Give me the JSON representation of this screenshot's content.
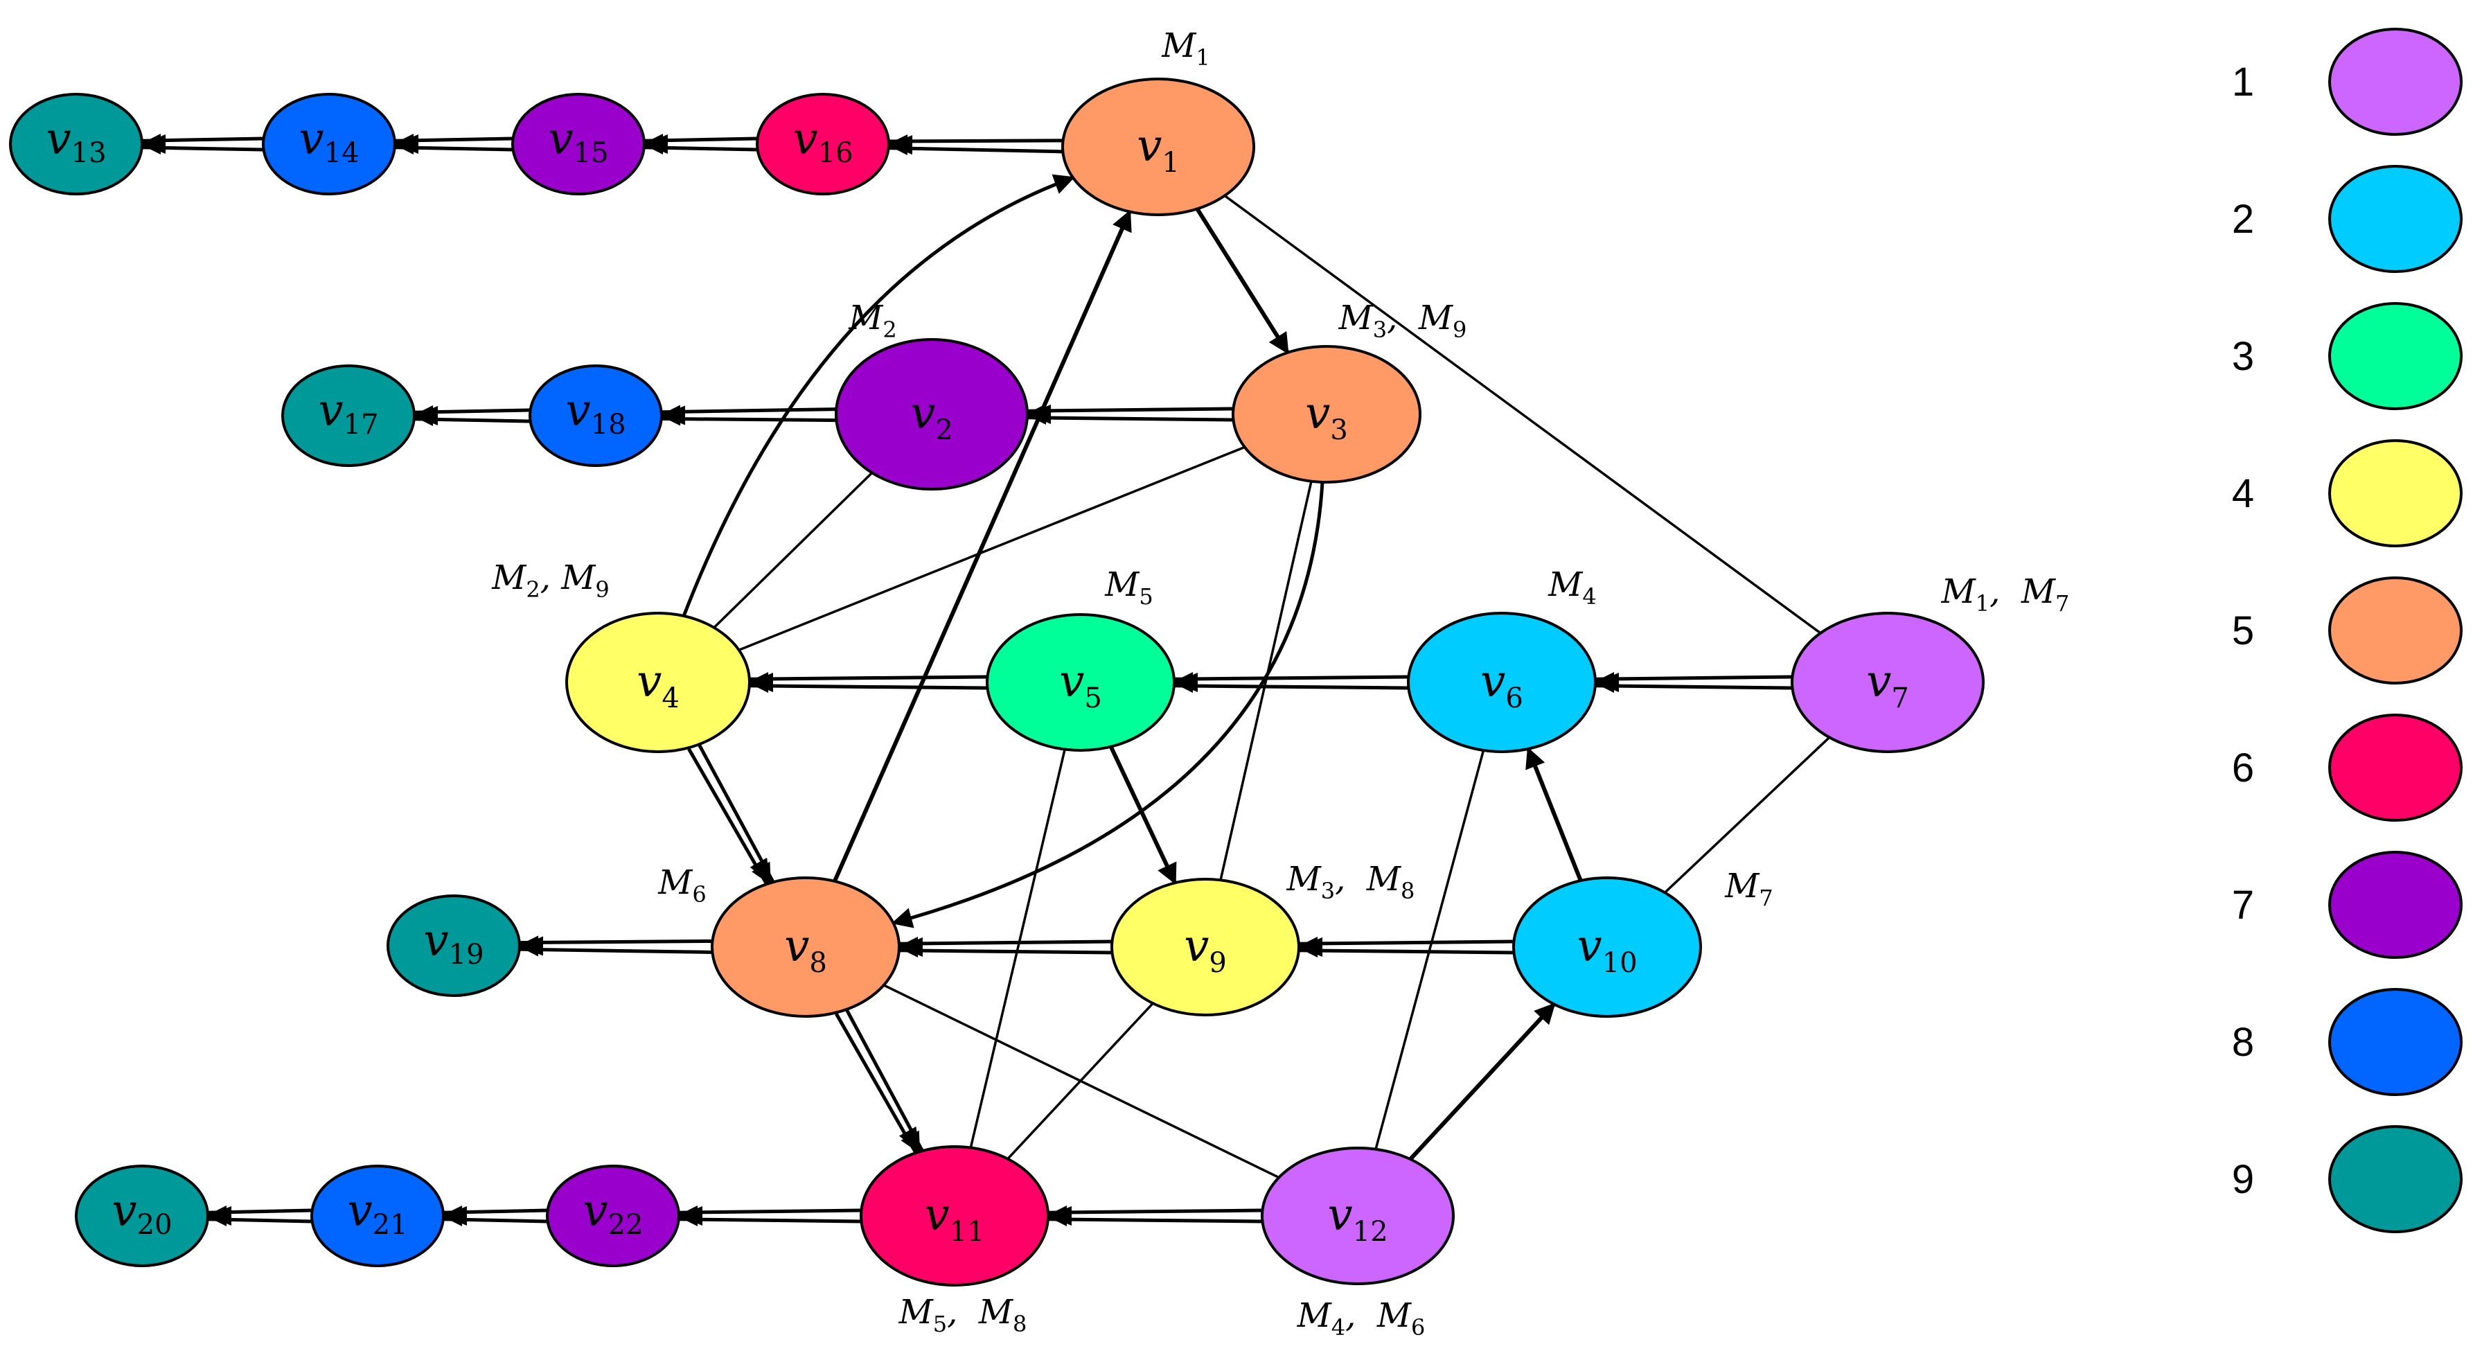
{
  "palette": {
    "1": "#cc66ff",
    "2": "#00ccff",
    "3": "#00ff99",
    "4": "#ffff66",
    "5": "#ff9966",
    "6": "#ff0066",
    "7": "#9900cc",
    "8": "#0066ff",
    "9": "#009999"
  },
  "legend": [
    {
      "label": "1",
      "color": "#cc66ff"
    },
    {
      "label": "2",
      "color": "#00ccff"
    },
    {
      "label": "3",
      "color": "#00ff99"
    },
    {
      "label": "4",
      "color": "#ffff66"
    },
    {
      "label": "5",
      "color": "#ff9966"
    },
    {
      "label": "6",
      "color": "#ff0066"
    },
    {
      "label": "7",
      "color": "#9900cc"
    },
    {
      "label": "8",
      "color": "#0066ff"
    },
    {
      "label": "9",
      "color": "#009999"
    }
  ],
  "nodes": [
    {
      "id": "v1",
      "base": "v",
      "sub": "1",
      "group": 5
    },
    {
      "id": "v2",
      "base": "v",
      "sub": "2",
      "group": 7
    },
    {
      "id": "v3",
      "base": "v",
      "sub": "3",
      "group": 5
    },
    {
      "id": "v4",
      "base": "v",
      "sub": "4",
      "group": 4
    },
    {
      "id": "v5",
      "base": "v",
      "sub": "5",
      "group": 3
    },
    {
      "id": "v6",
      "base": "v",
      "sub": "6",
      "group": 2
    },
    {
      "id": "v7",
      "base": "v",
      "sub": "7",
      "group": 1
    },
    {
      "id": "v8",
      "base": "v",
      "sub": "8",
      "group": 5
    },
    {
      "id": "v9",
      "base": "v",
      "sub": "9",
      "group": 4
    },
    {
      "id": "v10",
      "base": "v",
      "sub": "10",
      "group": 2
    },
    {
      "id": "v11",
      "base": "v",
      "sub": "11",
      "group": 6
    },
    {
      "id": "v12",
      "base": "v",
      "sub": "12",
      "group": 1
    },
    {
      "id": "v13",
      "base": "v",
      "sub": "13",
      "group": 9
    },
    {
      "id": "v14",
      "base": "v",
      "sub": "14",
      "group": 8
    },
    {
      "id": "v15",
      "base": "v",
      "sub": "15",
      "group": 7
    },
    {
      "id": "v16",
      "base": "v",
      "sub": "16",
      "group": 6
    },
    {
      "id": "v17",
      "base": "v",
      "sub": "17",
      "group": 9
    },
    {
      "id": "v18",
      "base": "v",
      "sub": "18",
      "group": 8
    },
    {
      "id": "v19",
      "base": "v",
      "sub": "19",
      "group": 9
    },
    {
      "id": "v20",
      "base": "v",
      "sub": "20",
      "group": 9
    },
    {
      "id": "v21",
      "base": "v",
      "sub": "21",
      "group": 8
    },
    {
      "id": "v22",
      "base": "v",
      "sub": "22",
      "group": 7
    }
  ],
  "edges": [
    {
      "from": "v1",
      "to": "v16",
      "style": "double"
    },
    {
      "from": "v16",
      "to": "v15",
      "style": "double"
    },
    {
      "from": "v15",
      "to": "v14",
      "style": "double"
    },
    {
      "from": "v14",
      "to": "v13",
      "style": "double"
    },
    {
      "from": "v3",
      "to": "v2",
      "style": "double"
    },
    {
      "from": "v2",
      "to": "v18",
      "style": "double"
    },
    {
      "from": "v18",
      "to": "v17",
      "style": "double"
    },
    {
      "from": "v7",
      "to": "v6",
      "style": "double"
    },
    {
      "from": "v6",
      "to": "v5",
      "style": "double"
    },
    {
      "from": "v5",
      "to": "v4",
      "style": "double"
    },
    {
      "from": "v10",
      "to": "v9",
      "style": "double"
    },
    {
      "from": "v9",
      "to": "v8",
      "style": "double"
    },
    {
      "from": "v8",
      "to": "v19",
      "style": "double"
    },
    {
      "from": "v12",
      "to": "v11",
      "style": "double"
    },
    {
      "from": "v11",
      "to": "v22",
      "style": "double"
    },
    {
      "from": "v22",
      "to": "v21",
      "style": "double"
    },
    {
      "from": "v21",
      "to": "v20",
      "style": "double"
    },
    {
      "from": "v4",
      "to": "v8",
      "style": "double"
    },
    {
      "from": "v8",
      "to": "v11",
      "style": "double"
    },
    {
      "from": "v3",
      "to": "v8",
      "style": "double-curve"
    },
    {
      "from": "v1",
      "to": "v3",
      "style": "arrow"
    },
    {
      "from": "v4",
      "to": "v1",
      "style": "arrow-curve"
    },
    {
      "from": "v8",
      "to": "v1",
      "style": "arrow"
    },
    {
      "from": "v5",
      "to": "v9",
      "style": "arrow"
    },
    {
      "from": "v10",
      "to": "v6",
      "style": "arrow"
    },
    {
      "from": "v12",
      "to": "v10",
      "style": "arrow"
    },
    {
      "from": "v1",
      "to": "v7",
      "style": "line"
    },
    {
      "from": "v2",
      "to": "v4",
      "style": "line"
    },
    {
      "from": "v3",
      "to": "v4",
      "style": "line"
    },
    {
      "from": "v3",
      "to": "v9",
      "style": "line"
    },
    {
      "from": "v5",
      "to": "v11",
      "style": "line"
    },
    {
      "from": "v6",
      "to": "v12",
      "style": "line"
    },
    {
      "from": "v7",
      "to": "v10",
      "style": "line"
    },
    {
      "from": "v8",
      "to": "v12",
      "style": "line"
    },
    {
      "from": "v9",
      "to": "v11",
      "style": "line"
    }
  ],
  "annotations": [
    {
      "id": "v1",
      "parts": [
        {
          "base": "M",
          "sub": "1"
        }
      ]
    },
    {
      "id": "v2",
      "parts": [
        {
          "base": "M",
          "sub": "2"
        }
      ]
    },
    {
      "id": "v3",
      "parts": [
        {
          "base": "M",
          "sub": "3"
        },
        {
          "base": "M",
          "sub": "9"
        }
      ],
      "sep": ",  "
    },
    {
      "id": "v4",
      "parts": [
        {
          "base": "M",
          "sub": "2"
        },
        {
          "base": "M",
          "sub": "9"
        }
      ],
      "sep": ", "
    },
    {
      "id": "v5",
      "parts": [
        {
          "base": "M",
          "sub": "5"
        }
      ]
    },
    {
      "id": "v6",
      "parts": [
        {
          "base": "M",
          "sub": "4"
        }
      ]
    },
    {
      "id": "v7",
      "parts": [
        {
          "base": "M",
          "sub": "1"
        },
        {
          "base": "M",
          "sub": "7"
        }
      ],
      "sep": ",  "
    },
    {
      "id": "v8",
      "parts": [
        {
          "base": "M",
          "sub": "6"
        }
      ]
    },
    {
      "id": "v9",
      "parts": [
        {
          "base": "M",
          "sub": "3"
        },
        {
          "base": "M",
          "sub": "8"
        }
      ],
      "sep": ",  "
    },
    {
      "id": "v10",
      "parts": [
        {
          "base": "M",
          "sub": "7"
        }
      ]
    },
    {
      "id": "v11",
      "parts": [
        {
          "base": "M",
          "sub": "5"
        },
        {
          "base": "M",
          "sub": "8"
        }
      ],
      "sep": ",  "
    },
    {
      "id": "v12",
      "parts": [
        {
          "base": "M",
          "sub": "4"
        },
        {
          "base": "M",
          "sub": "6"
        }
      ],
      "sep": ",  "
    }
  ]
}
